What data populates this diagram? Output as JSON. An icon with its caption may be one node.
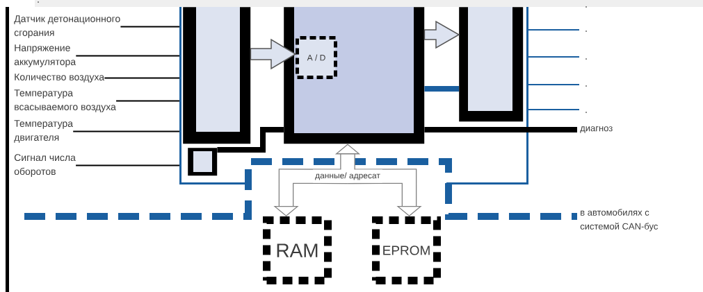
{
  "diagram": {
    "nodes": [
      {
        "text": [
          "Датчик детонационного сгорания"
        ]
      },
      {
        "text": [
          "Напряжение аккумулятора"
        ]
      },
      {
        "text": [
          "Количество воздуха"
        ]
      },
      {
        "text": [
          "Температура всасываемого воздуха"
        ]
      },
      {
        "text": [
          "Температура двигателя"
        ]
      },
      {
        "text": [
          "Сигнал числа оборотов"
        ]
      },
      {
        "text": [],
        "shape": "box"
      },
      {
        "text": [],
        "shape": "box",
        "in": 6
      },
      {
        "text": [],
        "shape": "box",
        "in": 6
      },
      {
        "text": [],
        "shape": "box",
        "in": 6
      },
      {
        "text": [
          "A / D"
        ],
        "in": 9
      },
      {
        "text": [],
        "shape": "box",
        "in": 6
      },
      {
        "text": [
          "диагноз"
        ]
      },
      {
        "text": [
          "RAM"
        ]
      },
      {
        "text": [
          "EPROM"
        ]
      },
      {
        "text": [
          "в автомобилях с системой CAN-бус"
        ]
      }
    ],
    "edges": [
      {
        "from": 0,
        "to": 6,
        "arrow": "none"
      },
      {
        "from": 1,
        "to": 6,
        "arrow": "none"
      },
      {
        "from": 2,
        "to": 6,
        "arrow": "none"
      },
      {
        "from": 3,
        "to": 6,
        "arrow": "none"
      },
      {
        "from": 4,
        "to": 6,
        "arrow": "none"
      },
      {
        "from": 5,
        "to": 6,
        "arrow": "none"
      },
      {
        "from": 7,
        "to": 10,
        "arrow": "to"
      },
      {
        "from": 9,
        "to": 11,
        "arrow": "to"
      },
      {
        "from": 9,
        "to": 11,
        "arrow": "none",
        "style": "thick",
        "color": "#1a5fa0"
      },
      {
        "from": 9,
        "to": 12,
        "arrow": "none",
        "style": "thick"
      },
      {
        "from": 8,
        "to": 9,
        "arrow": "none",
        "style": "thick"
      },
      {
        "from": 9,
        "to": 13,
        "arrow": "both",
        "label": "данные/ адресат",
        "style": "thick",
        "color": "#808080"
      },
      {
        "from": 9,
        "to": 14,
        "arrow": "both",
        "style": "thick",
        "color": "#808080"
      },
      {
        "from": null,
        "to": 15,
        "arrow": "none",
        "style": "dashed",
        "color": "#1a5fa0"
      },
      {
        "from": 6,
        "to": null,
        "arrow": "none",
        "color": "#1a5fa0"
      },
      {
        "from": 6,
        "to": null,
        "arrow": "none",
        "color": "#1a5fa0"
      },
      {
        "from": 6,
        "to": null,
        "arrow": "none",
        "color": "#1a5fa0"
      },
      {
        "from": 6,
        "to": null,
        "arrow": "none",
        "color": "#1a5fa0"
      }
    ],
    "labels": [
      ".",
      ".",
      ".",
      ".",
      ".",
      "."
    ]
  }
}
